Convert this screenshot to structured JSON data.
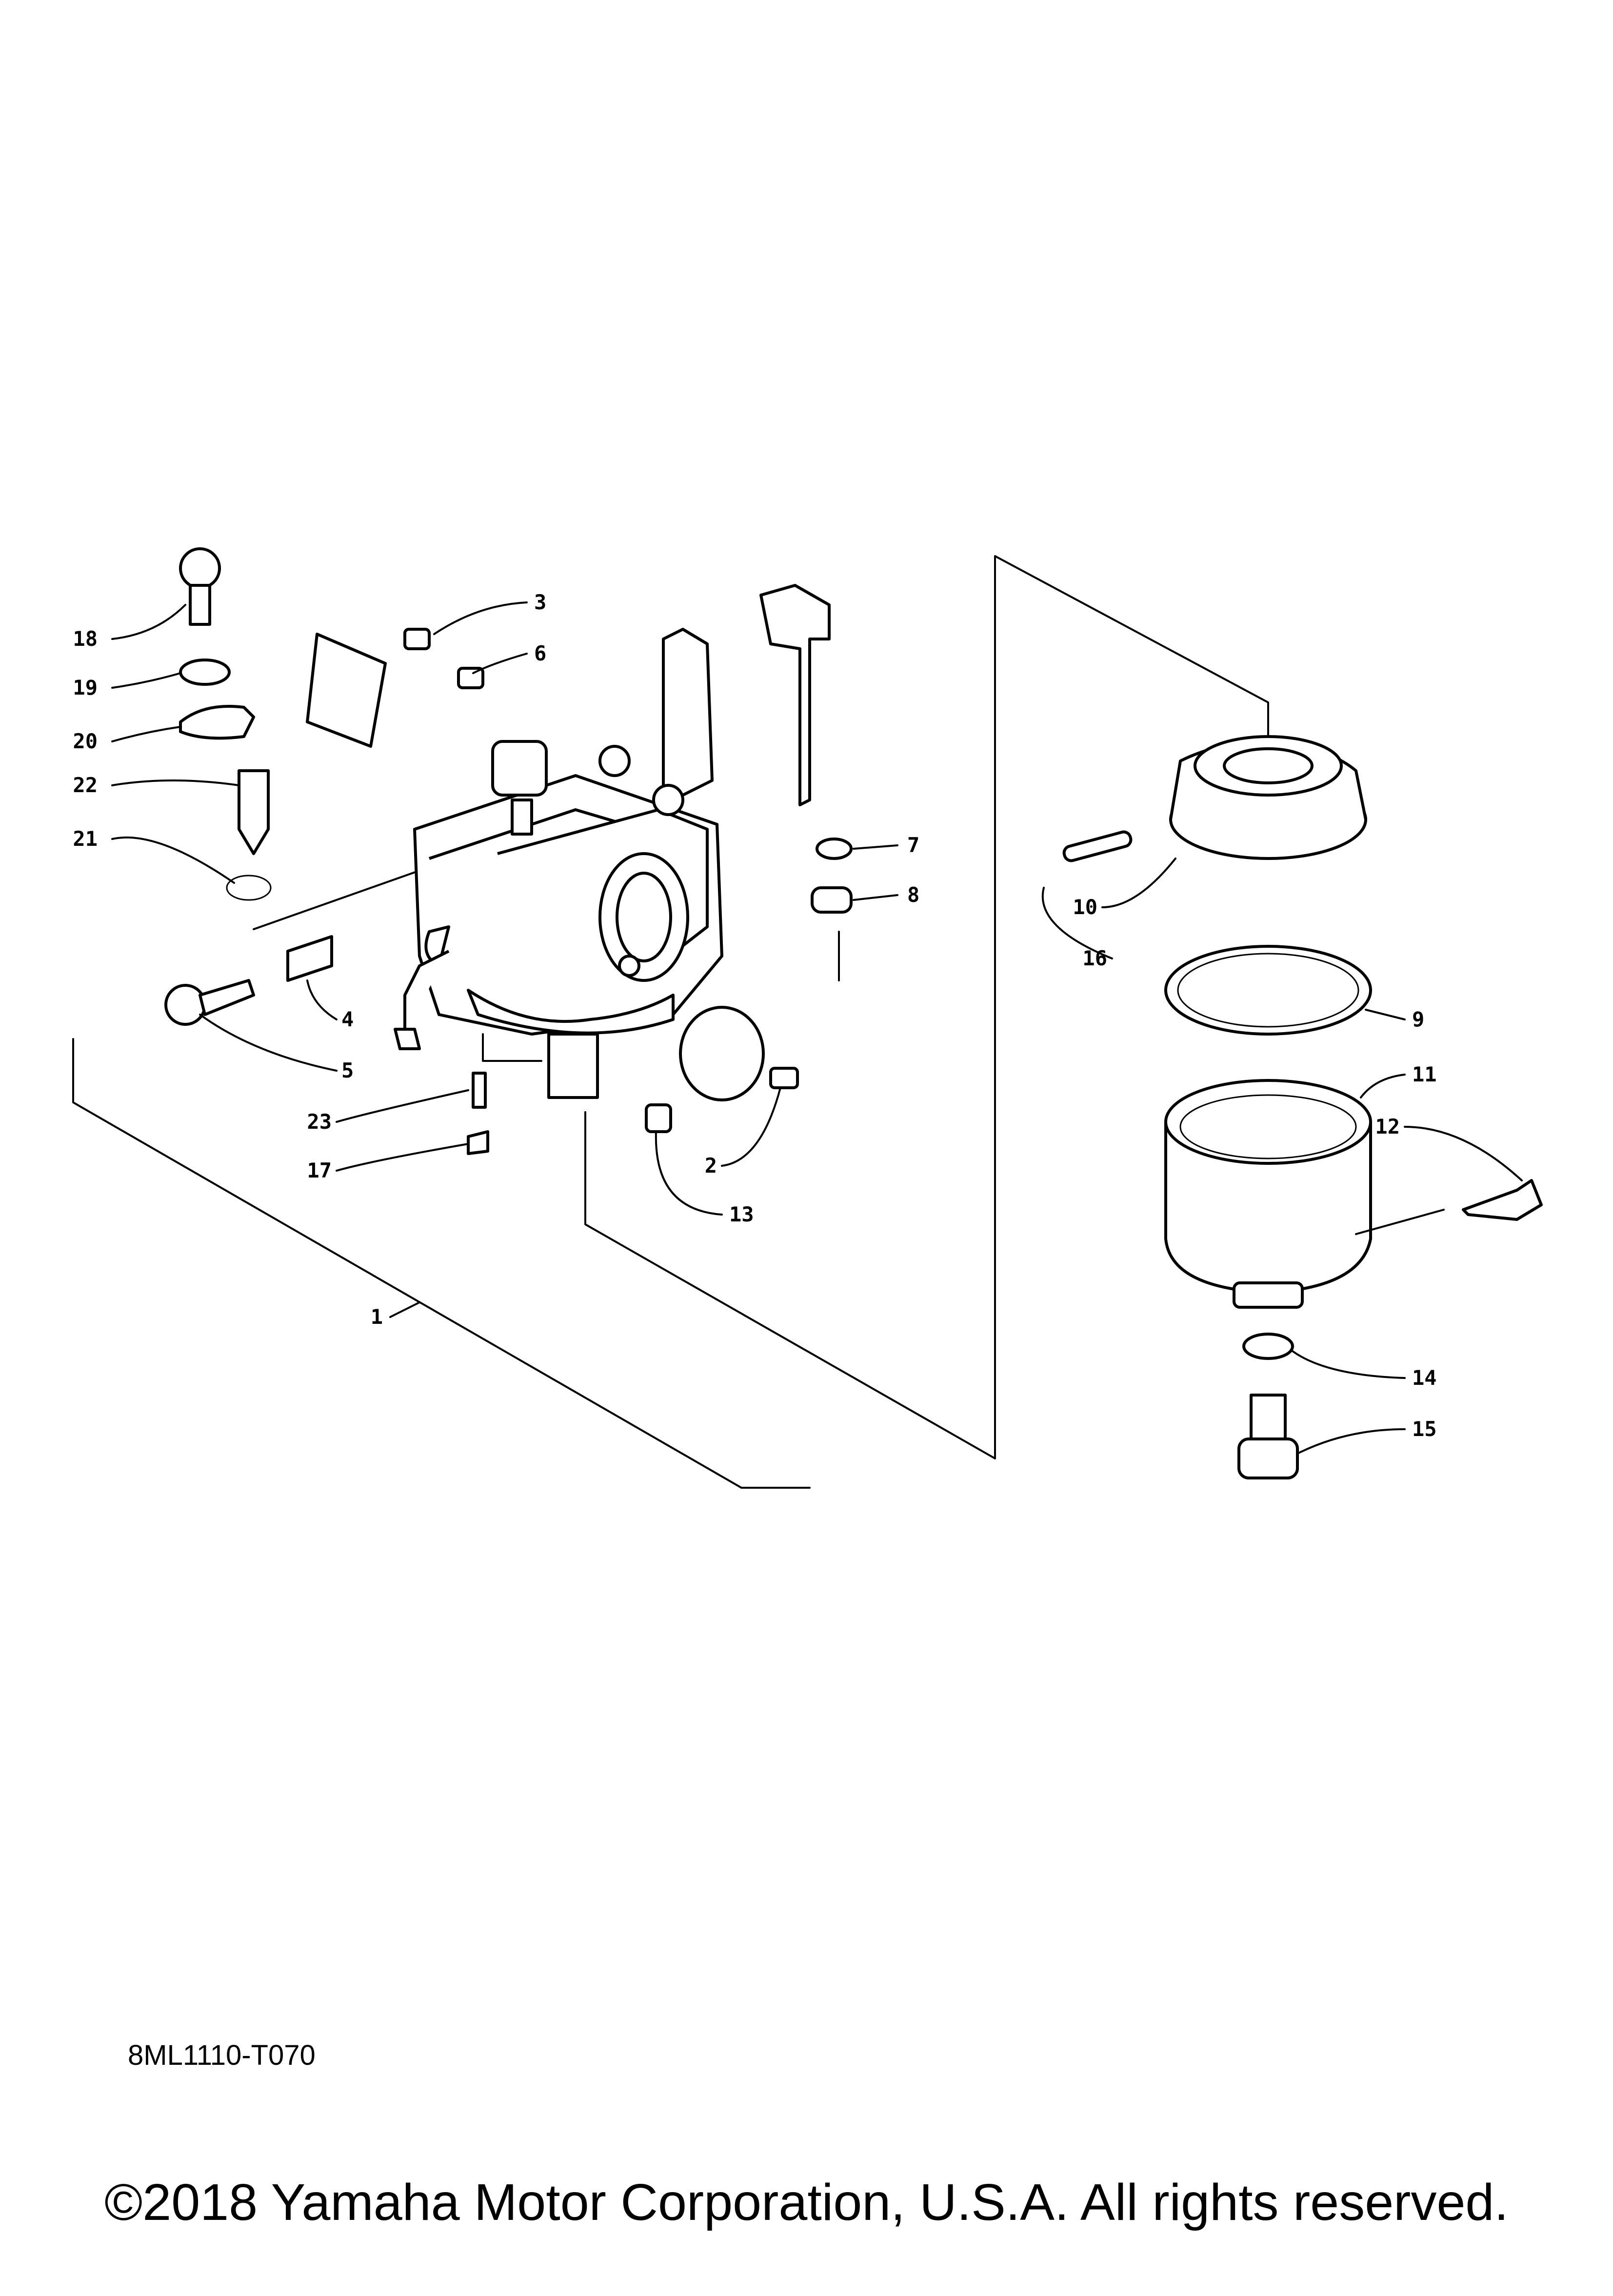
{
  "diagram": {
    "callouts": [
      "1",
      "2",
      "3",
      "4",
      "5",
      "6",
      "7",
      "8",
      "9",
      "10",
      "11",
      "12",
      "13",
      "14",
      "15",
      "16",
      "17",
      "18",
      "19",
      "20",
      "21",
      "22",
      "23"
    ]
  },
  "drawing_code": "8ML1110-T070",
  "copyright": "©2018 Yamaha Motor Corporation, U.S.A. All rights reserved."
}
